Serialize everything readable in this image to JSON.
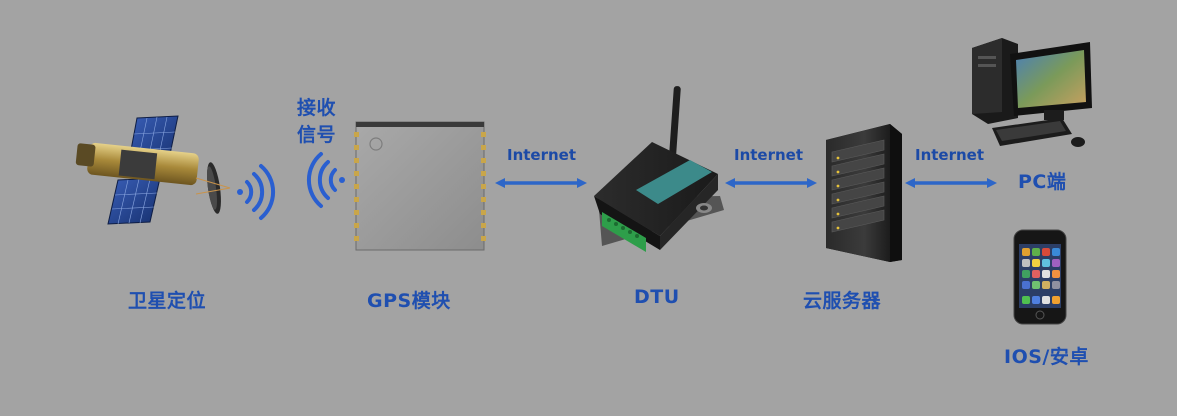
{
  "labels": {
    "satellite": "卫星定位",
    "receive_line1": "接收",
    "receive_line2": "信号",
    "gps_module": "GPS模块",
    "dtu": "DTU",
    "cloud_server": "云服务器",
    "pc": "PC端",
    "mobile": "IOS/安卓"
  },
  "links": {
    "module_to_dtu": "Internet",
    "dtu_to_server": "Internet",
    "server_to_pc": "Internet"
  },
  "colors": {
    "background": "#a3a3a3",
    "label_blue": "#1f4fb0",
    "arrow_blue": "#2d66c8",
    "signal_blue": "#2a5fd0"
  },
  "icons": [
    "satellite-icon",
    "wifi-signal-icon",
    "gps-module-icon",
    "dtu-device-icon",
    "server-rack-icon",
    "desktop-pc-icon",
    "smartphone-icon"
  ]
}
